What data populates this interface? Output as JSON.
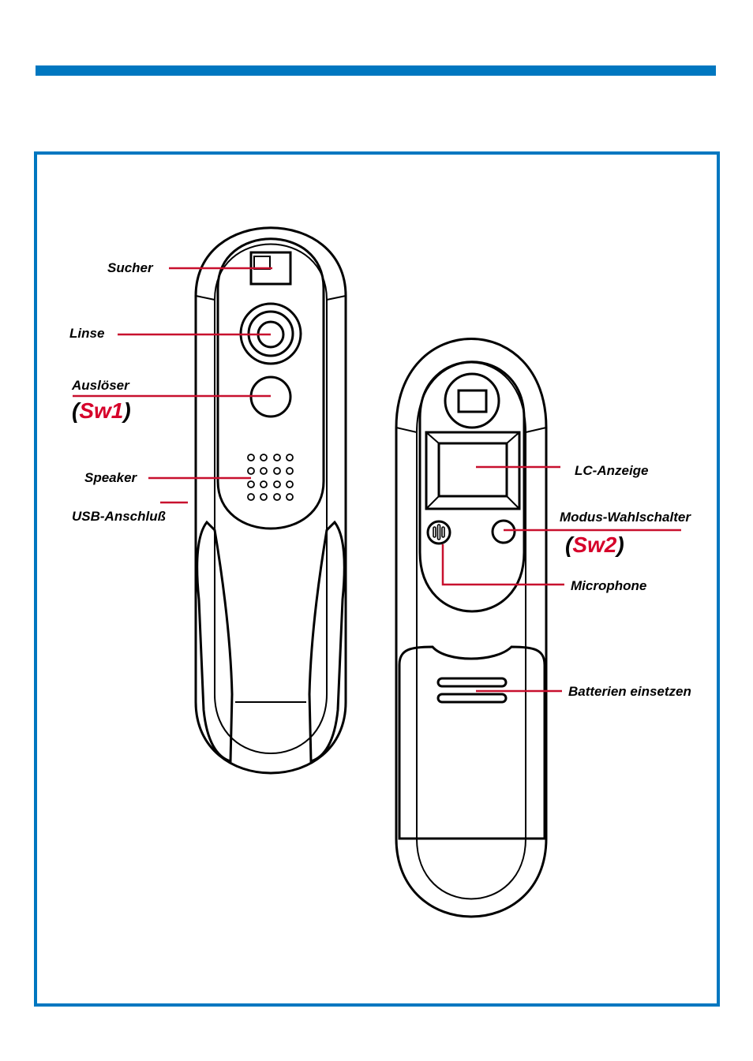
{
  "labels": {
    "sucher": "Sucher",
    "linse": "Linse",
    "ausloeser": "Auslöser",
    "sw1_open": "(",
    "sw1": "Sw1",
    "sw1_close": ")",
    "speaker": "Speaker",
    "usb": "USB-Anschluß",
    "lc_anzeige": "LC-Anzeige",
    "modus": "Modus-Wahlschalter",
    "sw2_open": "(",
    "sw2": "Sw2",
    "sw2_close": ")",
    "microphone": "Microphone",
    "batterien": "Batterien einsetzen"
  },
  "colors": {
    "accent_blue": "#0077c0",
    "leader_red": "#c8102e",
    "switch_red": "#d6002a"
  }
}
